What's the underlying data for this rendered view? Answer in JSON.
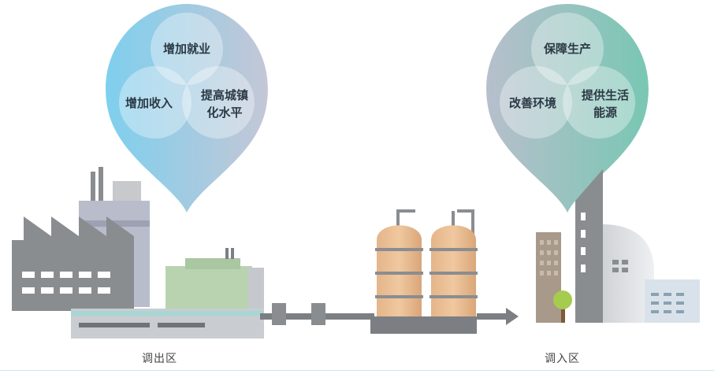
{
  "left_bubble": {
    "top": "增加就业",
    "left": "增加收入",
    "right_line1": "提高城镇",
    "right_line2": "化水平"
  },
  "right_bubble": {
    "top": "保障生产",
    "left": "改善环境",
    "right_line1": "提供生活",
    "right_line2": "能源"
  },
  "labels": {
    "left_region": "调出区",
    "right_region": "调入区"
  },
  "colors": {
    "left_bubble_start": "#7ecfee",
    "left_bubble_end": "#c4c7d6",
    "right_bubble_start": "#b7bfcc",
    "right_bubble_end": "#79c7b3",
    "factory_gray": "#8a8d90",
    "tank_orange": "#e8b98a",
    "pipe_gray": "#7b7f83",
    "tree_green": "#a5cc4e"
  }
}
